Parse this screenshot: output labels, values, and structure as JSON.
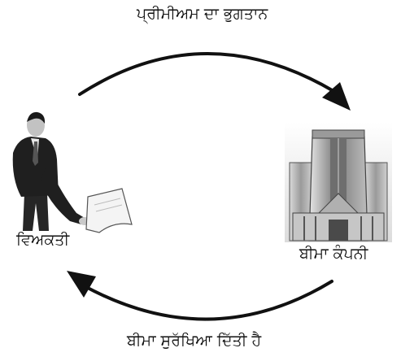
{
  "labels": {
    "top_arrow": "ਪ੍ਰੀਮੀਅਮ ਦਾ ਭੁਗਤਾਨ",
    "bottom_arrow": "ਬੀਮਾ ਸੁਰੱਖਿਆ ਦਿੱਤੀ ਹੈ",
    "person": "ਵਿਅਕਤੀ",
    "company": "ਬੀਮਾ ਕੰਪਨੀ"
  },
  "colors": {
    "ink": "#111111",
    "suit": "#1f1f1f",
    "building": "#8a8a8a",
    "paper": "#f4f4f4"
  }
}
